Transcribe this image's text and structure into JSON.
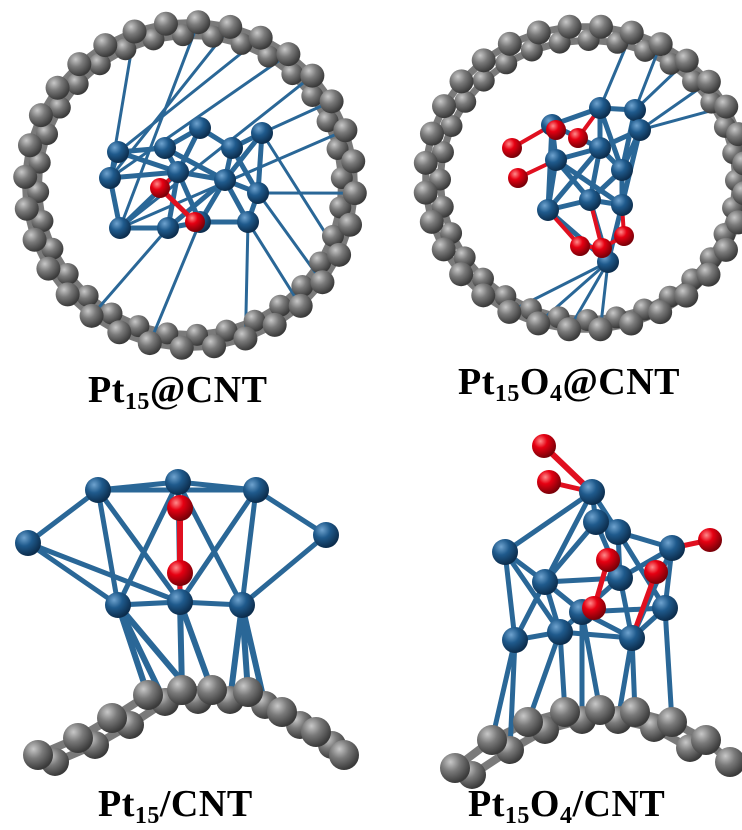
{
  "colors": {
    "pt": "#1f5a8c",
    "o": "#e60012",
    "c": "#6a6a6a",
    "bond_pt": "#2a6797",
    "bond_c": "#7a7a7a",
    "bond_o": "#e01020"
  },
  "panels": [
    {
      "id": "pt15-cnt-top",
      "label": {
        "main": "Pt",
        "sub1": "15",
        "mid": "",
        "sub2": "",
        "tail": "@CNT"
      }
    },
    {
      "id": "pt15o4-cnt-top",
      "label": {
        "main": "Pt",
        "sub1": "15",
        "mid": "O",
        "sub2": "4",
        "tail": "@CNT"
      }
    },
    {
      "id": "pt15-cnt-side",
      "label": {
        "main": "Pt",
        "sub1": "15",
        "mid": "",
        "sub2": "",
        "tail": "/CNT"
      }
    },
    {
      "id": "pt15o4-cnt-side",
      "label": {
        "main": "Pt",
        "sub1": "15",
        "mid": "O",
        "sub2": "4",
        "tail": "/CNT"
      }
    }
  ]
}
